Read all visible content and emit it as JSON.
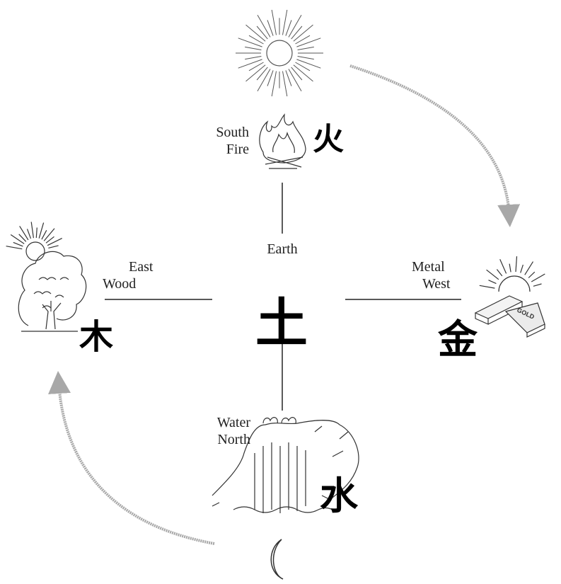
{
  "center": {
    "label": "Earth",
    "character": "土"
  },
  "directions": {
    "south": {
      "line1": "South",
      "line2": "Fire",
      "character": "火",
      "icon": "campfire-icon"
    },
    "east": {
      "line1": "East",
      "line2": "Wood",
      "character": "木",
      "icon": "tree-with-rising-sun-icon"
    },
    "west": {
      "line1": "Metal",
      "line2": "West",
      "character": "金",
      "icon": "gold-bars-with-setting-sun-icon"
    },
    "north": {
      "line1": "Water",
      "line2": "North",
      "character": "水",
      "icon": "waterfall-icon"
    }
  },
  "gold_bar_text": "GOLD",
  "cycle_icons": {
    "top": "sun-icon",
    "bottom": "crescent-moon-icon"
  },
  "colors": {
    "ink": "#111111",
    "arrow": "#a8a8a8",
    "line": "#222222"
  }
}
